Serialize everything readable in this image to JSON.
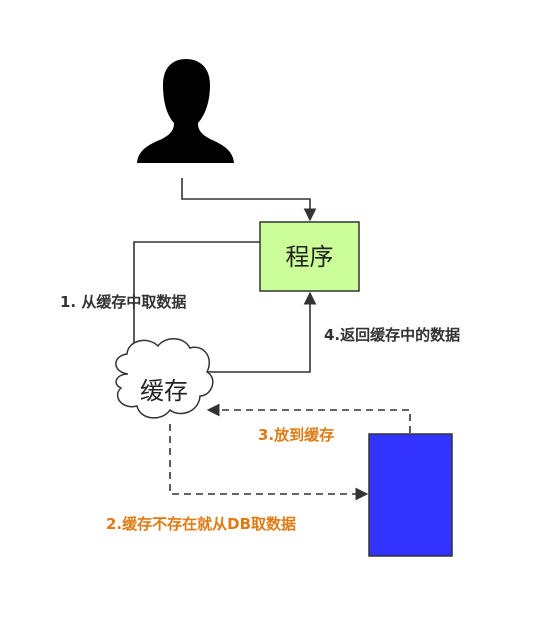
{
  "nodes": {
    "program": {
      "label": "程序",
      "fill": "#ccff99",
      "stroke": "#333333"
    },
    "cache": {
      "label": "缓存",
      "fill": "#ffffff",
      "stroke": "#333333"
    },
    "database": {
      "fill": "#3333ff",
      "stroke": "#333333"
    },
    "user": {
      "icon": "person-silhouette-icon",
      "fill": "#000000"
    }
  },
  "edges": {
    "step1": {
      "label": "1. 从缓存中取数据",
      "color": "#333333"
    },
    "step2": {
      "label": "2.缓存不存在就从DB取数据",
      "color": "#e07b14"
    },
    "step3": {
      "label": "3.放到缓存",
      "color": "#e07b14"
    },
    "step4": {
      "label": "4.返回缓存中的数据",
      "color": "#333333"
    }
  },
  "colors": {
    "line": "#333333",
    "accent": "#e07b14"
  }
}
